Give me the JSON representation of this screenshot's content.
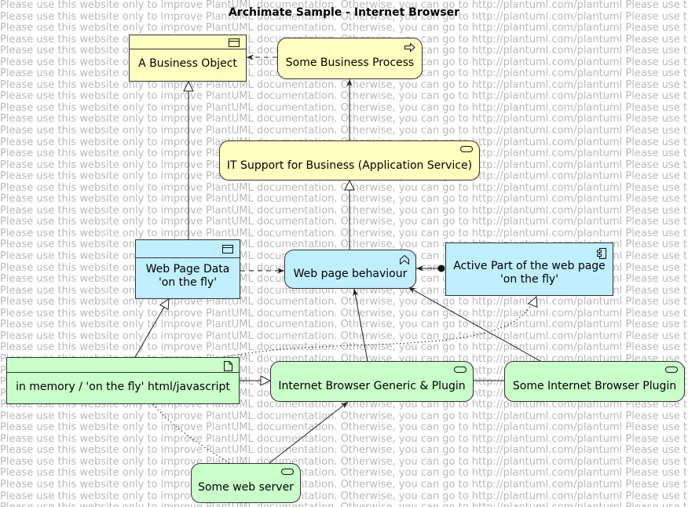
{
  "title": "Archimate Sample - Internet Browser",
  "watermark_text": "Please use this website only to improve PlantUML documentation. Otherwise, you can go to http://plantuml.com/plantuml  Please use this website only to improve PlantUML documentation.",
  "nodes": {
    "business_object": {
      "label": "A Business Object",
      "icon": "business-object-icon"
    },
    "business_process": {
      "label": "Some Business Process",
      "icon": "process-arrow-icon"
    },
    "it_support": {
      "label": "IT Support for Business (Application Service)",
      "icon": "service-icon"
    },
    "web_page_data": {
      "label": "Web Page Data\n'on the fly'",
      "icon": "data-object-icon"
    },
    "web_page_behaviour": {
      "label": "Web page behaviour",
      "icon": "function-icon"
    },
    "active_part": {
      "label": "Active Part of the web page\n'on the fly'",
      "icon": "component-icon"
    },
    "in_memory": {
      "label": "in memory / 'on the fly' html/javascript",
      "icon": "artifact-icon"
    },
    "browser_generic": {
      "label": "Internet Browser Generic & Plugin",
      "icon": "service-icon"
    },
    "browser_plugin": {
      "label": "Some Internet Browser Plugin",
      "icon": "service-icon"
    },
    "web_server": {
      "label": "Some web server",
      "icon": "service-icon"
    }
  },
  "colors": {
    "business": "#ffffc0",
    "application": "#c0efff",
    "technology": "#c9ffc9",
    "border": "#333333",
    "watermark": "#b9b9b9"
  }
}
